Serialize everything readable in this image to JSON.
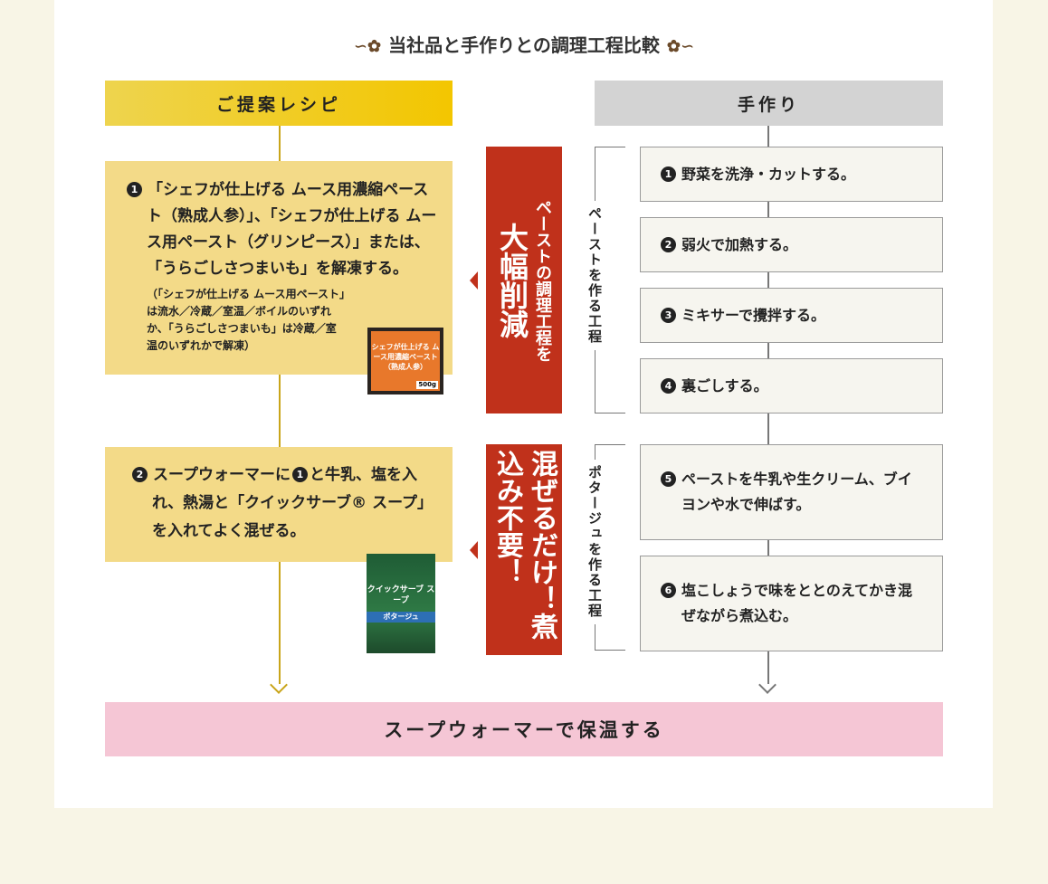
{
  "title": "当社品と手作りとの調理工程比較",
  "left": {
    "header": "ご提案レシピ",
    "step1_num": "1",
    "step1": "「シェフが仕上げる ムース用濃縮ペースト（熟成人参）」、「シェフが仕上げる ムース用ペースト（グリンピース）」または、「うらごしさつまいも」を解凍する。",
    "step1_note": "（「シェフが仕上げる ムース用ペースト」は流水／冷蔵／室温／ボイルのいずれか、「うらごしさつまいも」は冷蔵／室温のいずれかで解凍）",
    "product1": "シェフが仕上げる ムース用濃縮ペースト（熟成人参）",
    "product1_weight": "500g",
    "step2_num": "2",
    "step2a": "スープウォーマーに",
    "step2_ref": "1",
    "step2b": "と牛乳、塩を入れ、熱湯と「クイックサーブ® スープ」を入れてよく混ぜる。",
    "product2": "クイックサーブ スープ",
    "product2_flavor": "ポタージュ"
  },
  "banners": {
    "top_small": "ペーストの調理工程を",
    "top_big": "大幅削減",
    "bottom": "混ぜるだけ！煮込み不要！"
  },
  "right": {
    "header": "手作り",
    "group1": "ペーストを作る工程",
    "group2": "ポタージュを作る工程",
    "steps": [
      {
        "num": "1",
        "text": "野菜を洗浄・カットする。"
      },
      {
        "num": "2",
        "text": "弱火で加熱する。"
      },
      {
        "num": "3",
        "text": "ミキサーで攪拌する。"
      },
      {
        "num": "4",
        "text": "裏ごしする。"
      },
      {
        "num": "5",
        "text": "ペーストを牛乳や生クリーム、ブイヨンや水で伸ばす。"
      },
      {
        "num": "6",
        "text": "塩こしょうで味をととのえてかき混ぜながら煮込む。"
      }
    ]
  },
  "footer": "スープウォーマーで保温する"
}
